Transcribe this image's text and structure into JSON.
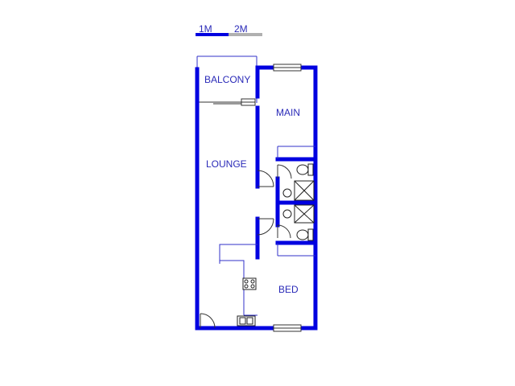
{
  "scale": {
    "label_1": "1M",
    "label_2": "2M"
  },
  "rooms": {
    "balcony": "BALCONY",
    "main": "MAIN",
    "lounge": "LOUNGE",
    "bed": "BED"
  },
  "colors": {
    "wall": "#0000e0",
    "line": "#3030c8",
    "text": "#2a2ab8",
    "scale_gray": "#b0b0b0"
  }
}
